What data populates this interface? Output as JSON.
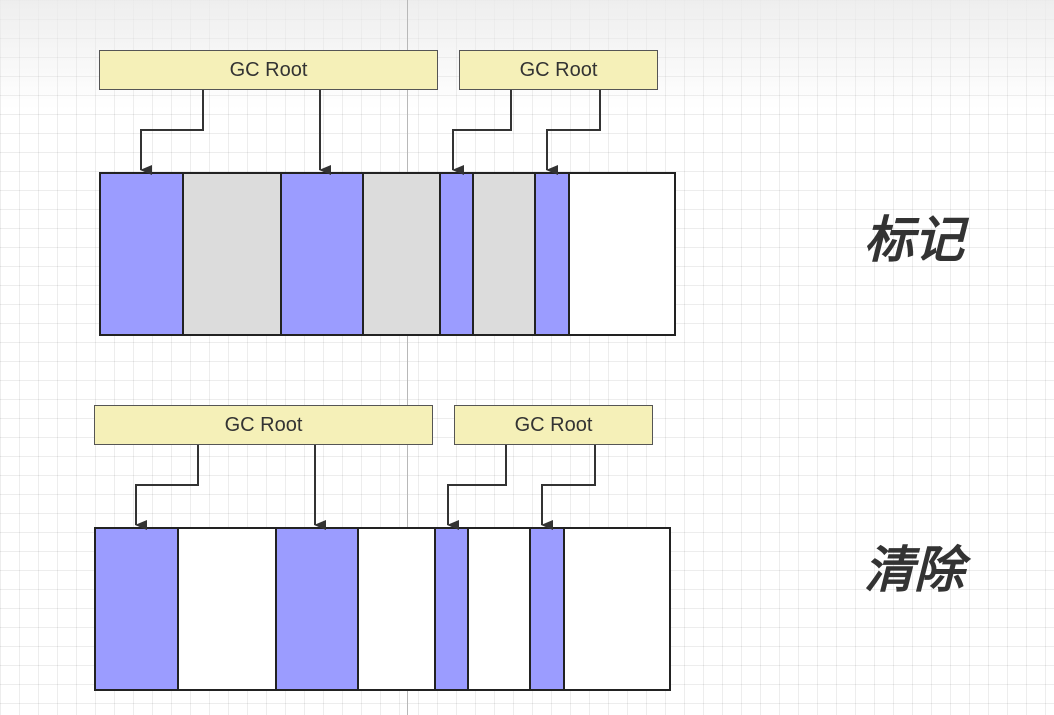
{
  "colors": {
    "live": "#9b9cff",
    "garbage": "#dcdcdc",
    "free": "#ffffff",
    "root_fill": "#f5f0b8"
  },
  "mark_stage": {
    "label": "标记",
    "roots": [
      "GC Root",
      "GC Root"
    ],
    "blocks": [
      "live",
      "garbage",
      "live",
      "garbage",
      "live",
      "garbage",
      "live",
      "free"
    ]
  },
  "sweep_stage": {
    "label": "清除",
    "roots": [
      "GC Root",
      "GC Root"
    ],
    "blocks": [
      "live",
      "free",
      "live",
      "free",
      "live",
      "free",
      "live",
      "free"
    ]
  }
}
